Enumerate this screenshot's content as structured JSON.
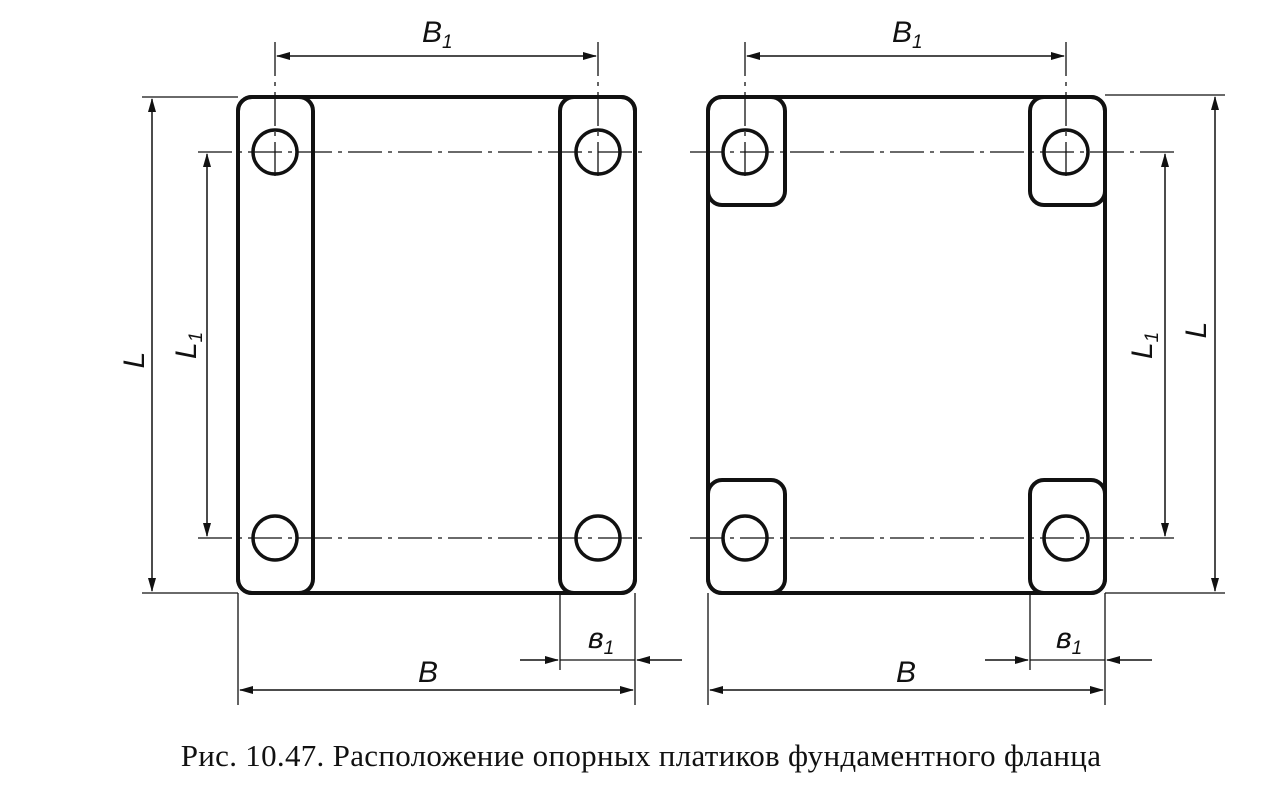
{
  "labels": {
    "B_main": "B",
    "B_sub": "1",
    "L_main": "L",
    "L_sub": "1",
    "b_main": "в",
    "b_sub": "1",
    "B_total": "B",
    "L_total": "L"
  },
  "caption": "Рис. 10.47. Расположение опорных платиков фундаментного фланца"
}
